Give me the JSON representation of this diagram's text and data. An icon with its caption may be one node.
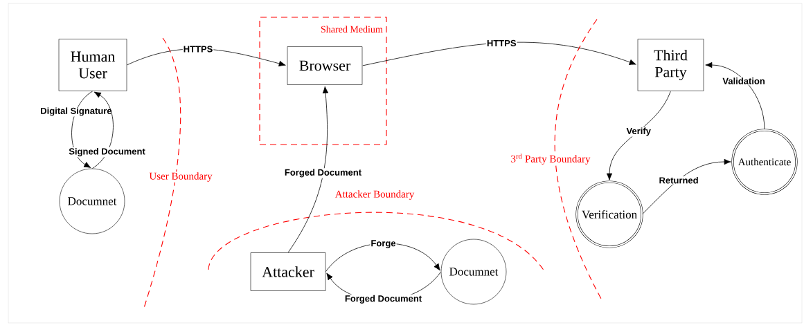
{
  "diagram": {
    "nodes": [
      {
        "text": [
          "Human User"
        ]
      },
      {
        "text": [
          "Shared Medium"
        ]
      },
      {
        "text": [
          "Browser"
        ],
        "in": 1
      },
      {
        "text": [
          "Third Party"
        ]
      },
      {
        "text": [
          "Documnet"
        ]
      },
      {
        "text": [
          "Verification"
        ]
      },
      {
        "text": [
          "Authenticate"
        ]
      },
      {
        "text": [
          "Attacker"
        ]
      },
      {
        "text": [
          "Documnet"
        ]
      }
    ],
    "edges": [
      {
        "from": 0,
        "to": 2,
        "arrow": "to",
        "label": "HTTPS"
      },
      {
        "from": 2,
        "to": 3,
        "arrow": "to",
        "label": "HTTPS"
      },
      {
        "from": 0,
        "to": 4,
        "arrow": "to",
        "label": "Digital Signature"
      },
      {
        "from": 4,
        "to": 0,
        "arrow": "to",
        "label": "Signed Document"
      },
      {
        "from": 7,
        "to": 2,
        "arrow": "to",
        "label": "Forged Document"
      },
      {
        "from": 7,
        "to": 8,
        "arrow": "to",
        "label": "Forge"
      },
      {
        "from": 8,
        "to": 7,
        "arrow": "to",
        "label": "Forged Document"
      },
      {
        "from": 3,
        "to": 5,
        "arrow": "to",
        "label": "Verify"
      },
      {
        "from": 5,
        "to": 6,
        "arrow": "to",
        "label": "Returned"
      },
      {
        "from": 6,
        "to": 3,
        "arrow": "to",
        "label": "Validation"
      }
    ],
    "labels": [
      "User Boundary",
      "Attacker Boundary",
      "3$^{rd}$ Party Boundary"
    ]
  }
}
